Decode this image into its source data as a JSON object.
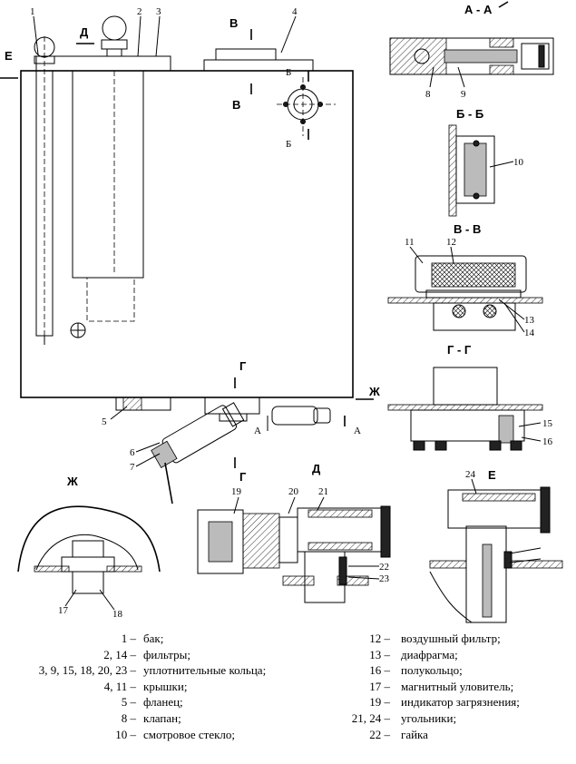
{
  "views": {
    "aa": "А - А",
    "bb": "Б - Б",
    "vv": "В - В",
    "gg": "Г - Г",
    "d": "Д",
    "e": "Е",
    "zh": "Ж"
  },
  "markers": {
    "e": "Е",
    "d": "Д",
    "v_top": "В",
    "v_bottom": "В",
    "b_top": "Б",
    "b_bottom": "Б",
    "zh": "Ж",
    "a_left": "А",
    "a_right": "А",
    "g_top": "Г",
    "g_bottom": "Г"
  },
  "callouts": [
    "1",
    "2",
    "3",
    "4",
    "5",
    "6",
    "7",
    "8",
    "9",
    "10",
    "11",
    "12",
    "13",
    "14",
    "15",
    "16",
    "17",
    "18",
    "19",
    "20",
    "21",
    "22",
    "23",
    "24"
  ],
  "legend": {
    "left": [
      {
        "num": "1 –",
        "text": "бак;"
      },
      {
        "num": "2, 14 –",
        "text": "фильтры;"
      },
      {
        "num": "3, 9, 15, 18, 20, 23 –",
        "text": "уплотнительные кольца;"
      },
      {
        "num": "4, 11 –",
        "text": "крышки;"
      },
      {
        "num": "5 –",
        "text": "фланец;"
      },
      {
        "num": "8 –",
        "text": "клапан;"
      },
      {
        "num": "10 –",
        "text": "смотровое стекло;"
      }
    ],
    "right": [
      {
        "num": "12 –",
        "text": "воздушный фильтр;"
      },
      {
        "num": "13 –",
        "text": "диафрагма;"
      },
      {
        "num": "16 –",
        "text": "полукольцо;"
      },
      {
        "num": "17 –",
        "text": "магнитный уловитель;"
      },
      {
        "num": "19 –",
        "text": "индикатор загрязнения;"
      },
      {
        "num": "21, 24 –",
        "text": "угольники;"
      },
      {
        "num": "22 –",
        "text": "гайка"
      }
    ]
  }
}
